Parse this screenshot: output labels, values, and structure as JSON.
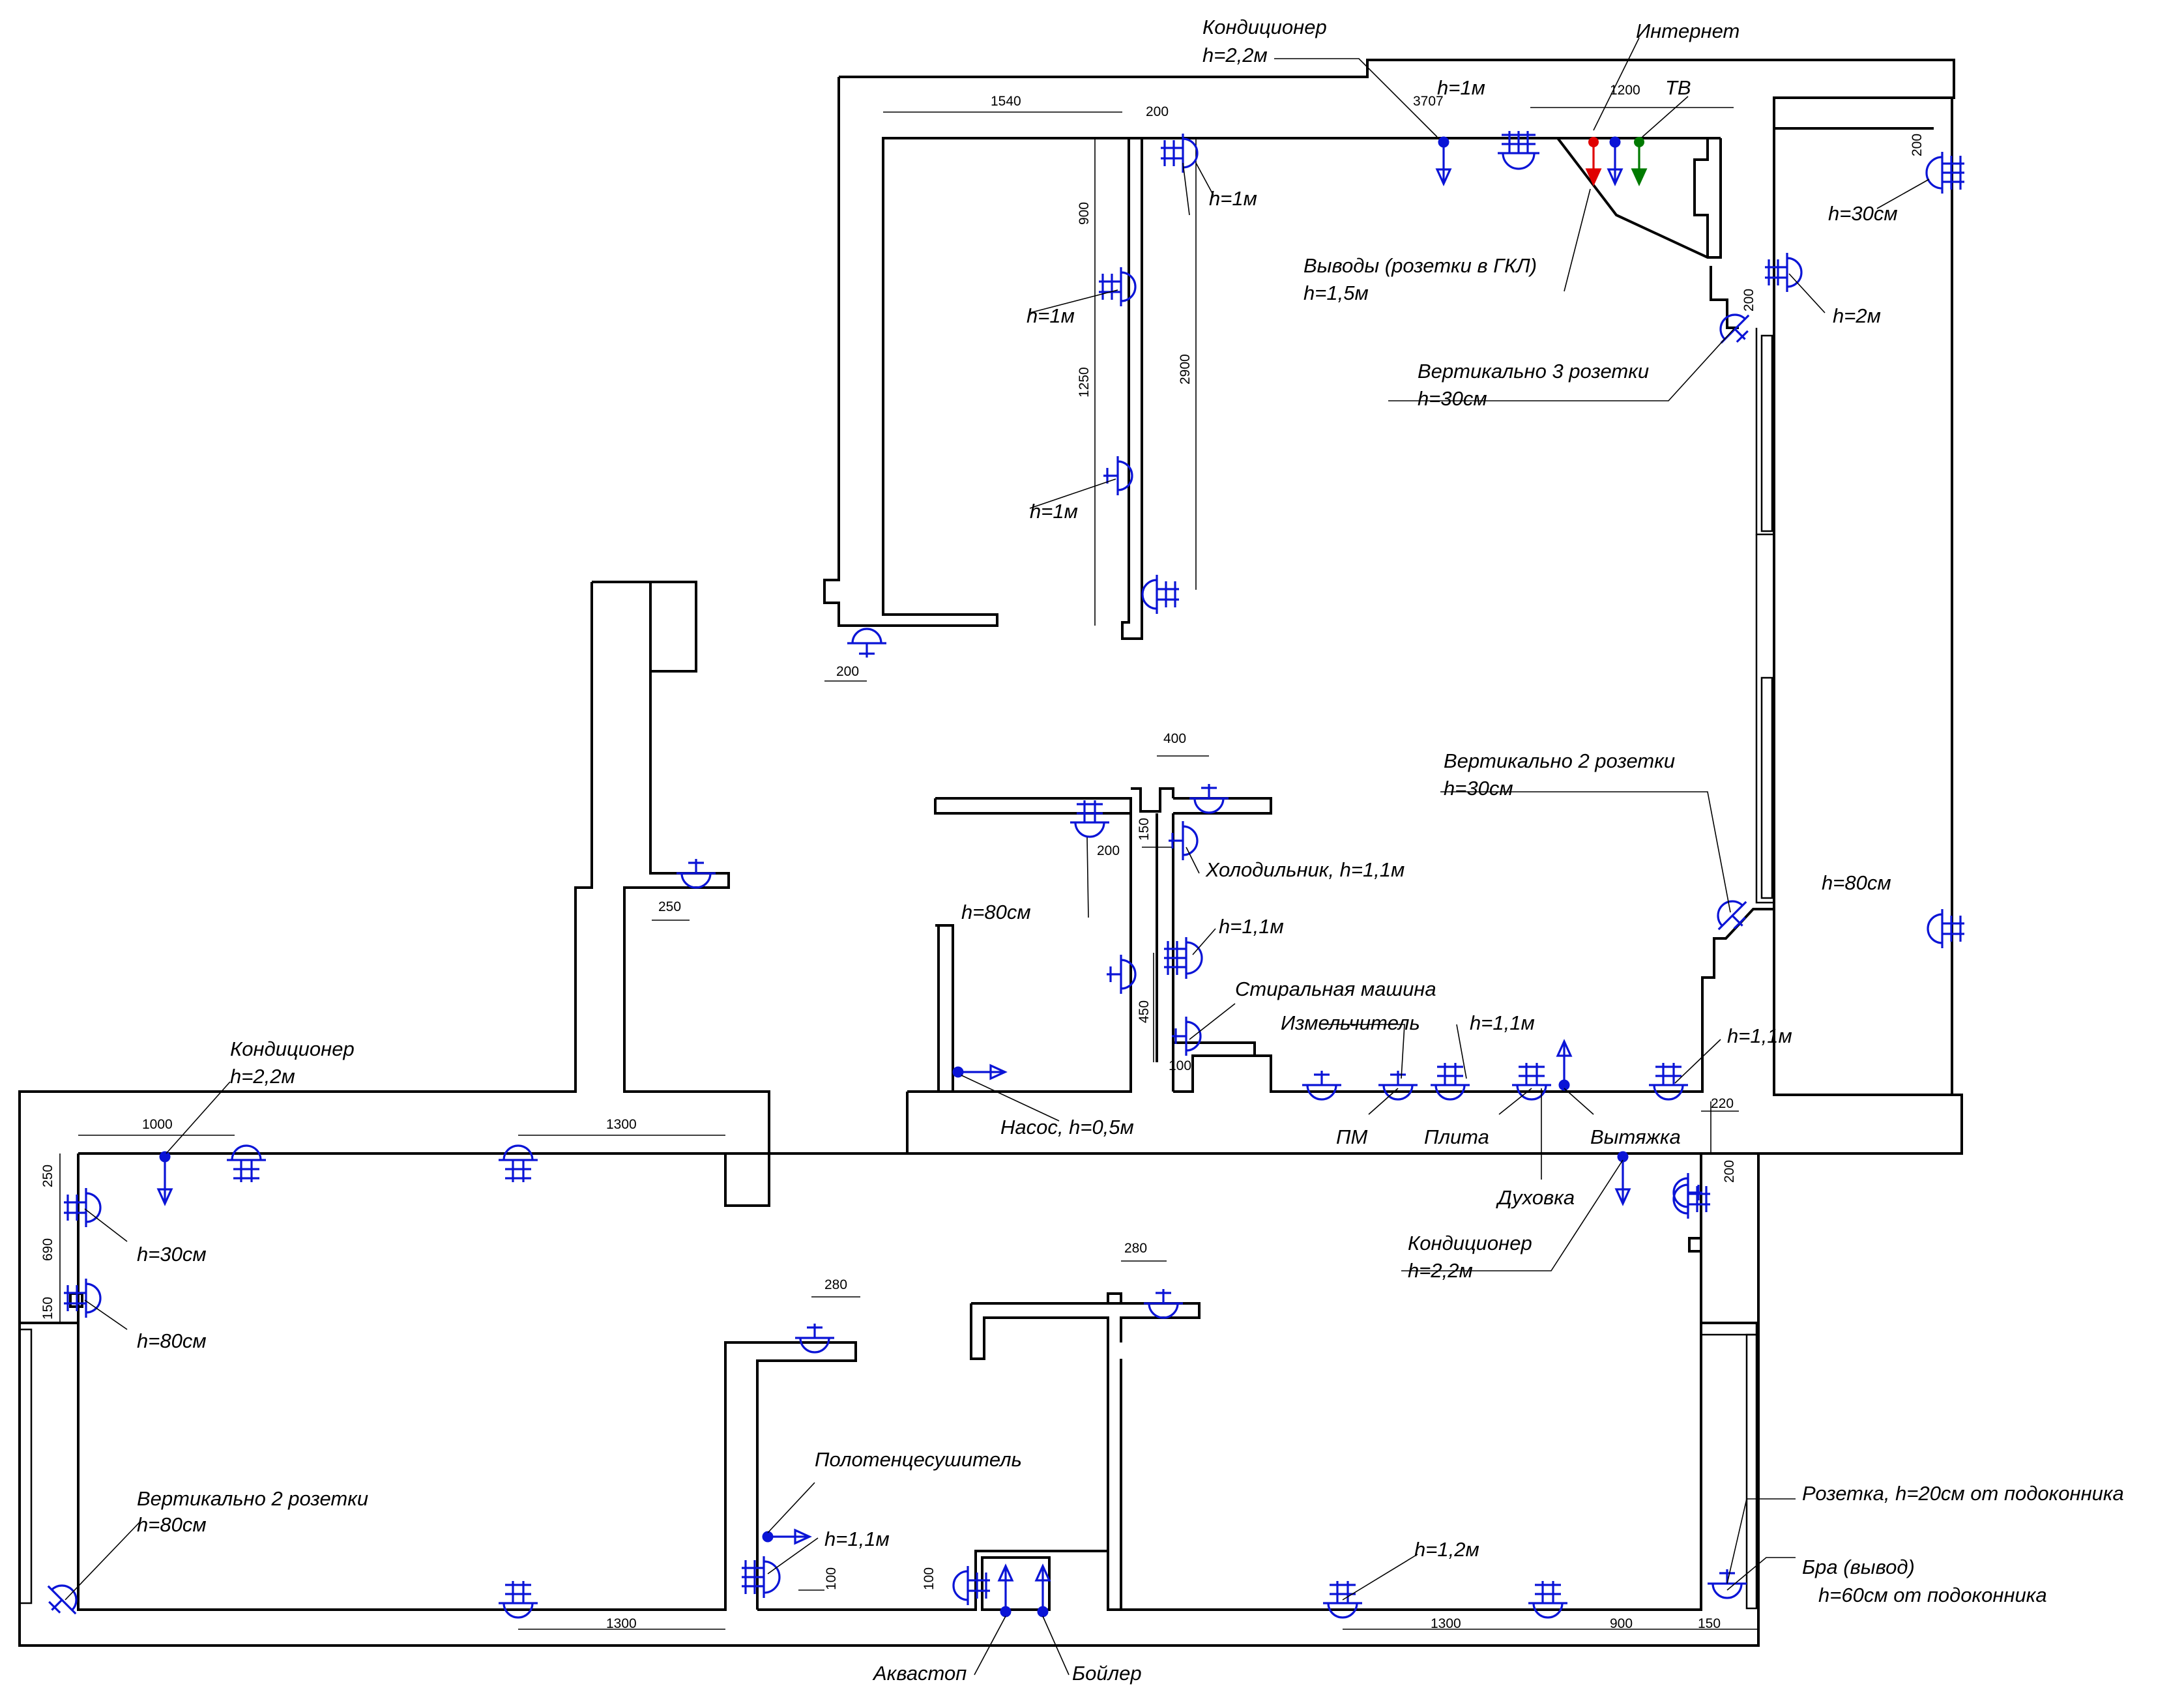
{
  "labels": {
    "ac_top": "Кондиционер",
    "ac_top_h": "h=2,2м",
    "internet": "Интернет",
    "tv": "ТВ",
    "h1m_top": "h=1м",
    "h1m_a": "h=1м",
    "h1m_b": "h=1м",
    "h1m_c": "h=1м",
    "outputs": "Выводы (розетки в ГКЛ)",
    "outputs_h": "h=1,5м",
    "h30_right": "h=30см",
    "h2m": "h=2м",
    "vert3": "Вертикально 3 розетки",
    "vert3_h": "h=30см",
    "vert2_mid": "Вертикально 2 розетки",
    "vert2_mid_h": "h=30см",
    "fridge": "Холодильник, h=1,1м",
    "h11_a": "h=1,1м",
    "h80_mid": "h=80см",
    "h80_right": "h=80см",
    "washer": "Стиральная машина",
    "shredder": "Измельчитель",
    "h11_b": "h=1,1м",
    "h11_c": "h=1,1м",
    "pump": "Насос, h=0,5м",
    "pm": "ПМ",
    "stove": "Плита",
    "hood": "Вытяжка",
    "oven": "Духовка",
    "ac_left": "Кондиционер",
    "ac_left_h": "h=2,2м",
    "h30_left": "h=30см",
    "h80_left": "h=80см",
    "ac_right": "Кондиционер",
    "ac_right_h": "h=2,2м",
    "vert2_left": "Вертикально 2 розетки",
    "vert2_left_h": "h=80см",
    "towel": "Полотенцесушитель",
    "h11_towel": "h=1,1м",
    "h12": "h=1,2м",
    "socket_sill": "Розетка, h=20см от подоконника",
    "sconce": "Бра (вывод)",
    "sconce_h": "h=60см от подоконника",
    "aquastop": "Аквастоп",
    "boiler": "Бойлер"
  },
  "dims": {
    "d1540": "1540",
    "d200a": "200",
    "d3707": "3707",
    "d1200": "1200",
    "d900": "900",
    "d1250": "1250",
    "d2900": "2900",
    "d200b": "200",
    "d200c": "200",
    "d200d": "200",
    "d400": "400",
    "d150a": "150",
    "d200e": "200",
    "d450": "450",
    "d100a": "100",
    "d220": "220",
    "d250a": "250",
    "d1000": "1000",
    "d1300a": "1300",
    "d250b": "250",
    "d690": "690",
    "d150b": "150",
    "d280a": "280",
    "d280b": "280",
    "d200f": "200",
    "d100b": "100",
    "d100c": "100",
    "d1300b": "1300",
    "d1300c": "1300",
    "d900b": "900",
    "d150c": "150"
  },
  "colors": {
    "socket": "#0a14d6",
    "internet": "#e00000",
    "tv": "#007a00",
    "wall": "#000000"
  }
}
